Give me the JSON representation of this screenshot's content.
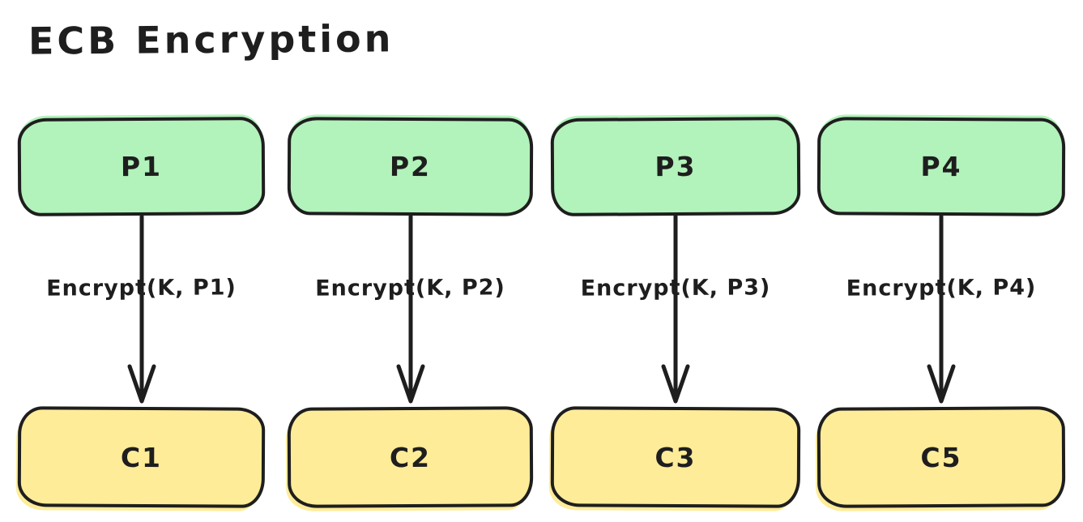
{
  "title": "ECB Encryption",
  "colors": {
    "background": "#ffffff",
    "stroke": "#1e1e1e",
    "plaintext_fill": "#b2f2bb",
    "ciphertext_fill": "#ffec99"
  },
  "columns": [
    {
      "plaintext": "P1",
      "operation": "Encrypt(K, P1)",
      "ciphertext": "C1"
    },
    {
      "plaintext": "P2",
      "operation": "Encrypt(K, P2)",
      "ciphertext": "C2"
    },
    {
      "plaintext": "P3",
      "operation": "Encrypt(K, P3)",
      "ciphertext": "C3"
    },
    {
      "plaintext": "P4",
      "operation": "Encrypt(K, P4)",
      "ciphertext": "C5"
    }
  ]
}
